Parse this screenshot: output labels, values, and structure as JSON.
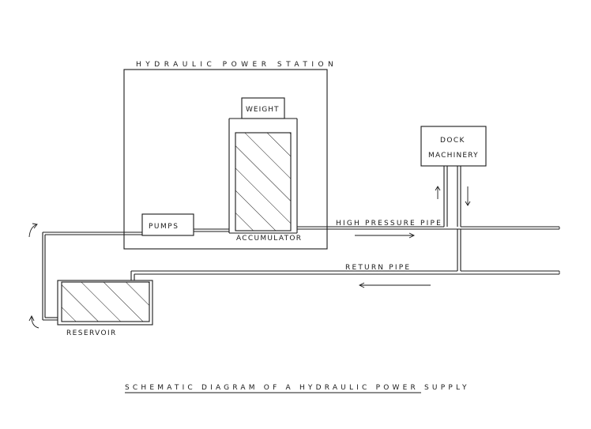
{
  "diagram": {
    "station_label": "HYDRAULIC POWER STATION",
    "weight_label": "WEIGHT",
    "pumps_label": "PUMPS",
    "accumulator_label": "ACCUMULATOR",
    "high_pressure_label": "HIGH PRESSURE PIPE",
    "return_label": "RETURN PIPE",
    "dock_line1": "DOCK",
    "dock_line2": "MACHINERY",
    "reservoir_label": "RESERVOIR",
    "caption": "SCHEMATIC DIAGRAM OF A HYDRAULIC POWER SUPPLY"
  },
  "colors": {
    "ink": "#1a1a1a",
    "paper": "#ffffff"
  }
}
